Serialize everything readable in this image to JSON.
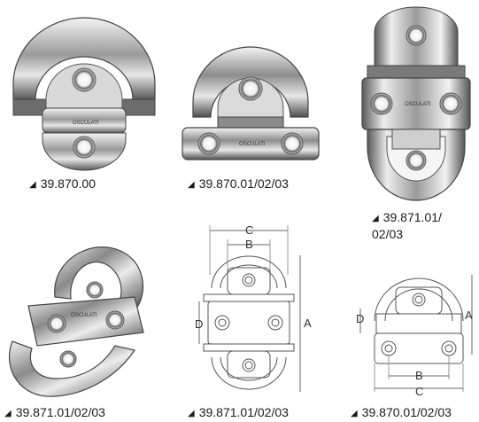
{
  "products": [
    {
      "code": "39.870.00",
      "marker": "◢"
    },
    {
      "code": "39.870.01/02/03",
      "marker": "◢"
    },
    {
      "code": "39.871.01/\n02/03",
      "line1": "39.871.01/",
      "line2": "02/03",
      "marker": "◢"
    },
    {
      "code": "39.871.01/02/03",
      "marker": "◢"
    },
    {
      "code": "39.871.01/02/03",
      "marker": "◢"
    },
    {
      "code": "39.870.01/02/03",
      "marker": "◢"
    }
  ],
  "drawings": {
    "fold_tall": {
      "labels": {
        "A": "A",
        "B": "B",
        "C": "C",
        "D": "D"
      }
    },
    "fold_flat": {
      "labels": {
        "A": "A",
        "B": "B",
        "C": "C",
        "D": "D"
      }
    }
  },
  "brand_mark": "OSCULATI",
  "colors": {
    "steel_light": "#f2f2f2",
    "steel_mid": "#b8b8b8",
    "steel_dark": "#4a4a4a",
    "line": "#555555",
    "dim_line": "#666666"
  }
}
